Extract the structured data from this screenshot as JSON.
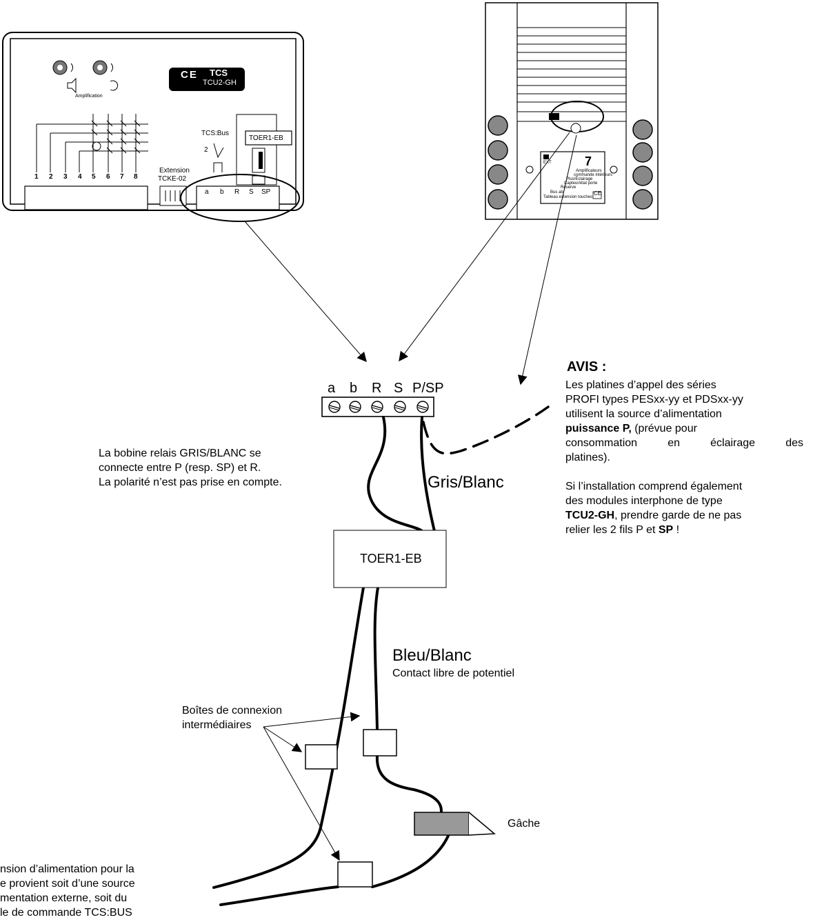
{
  "module_left": {
    "ce_badge": "CE",
    "brand": "TCS",
    "model": "TCU2-GH",
    "amplification": "Amplification",
    "bus_label": "TCS:Bus",
    "bus_num": "2",
    "relay_label": "TOER1-EB",
    "extension_line1": "Extension",
    "extension_line2": "TCKE-02",
    "key_numbers": [
      "1",
      "2",
      "3",
      "4",
      "5",
      "6",
      "7",
      "8"
    ],
    "bus_terminals": [
      "a",
      "b",
      "R",
      "S",
      "SP"
    ]
  },
  "module_right": {
    "ce_badge": "CE",
    "labels": [
      "Amplificateurs",
      "commande intérieurs",
      "Plus/Éclairage",
      "Capteur/état porte",
      "Réserve",
      "Bus ab",
      "Tableau extension touches"
    ],
    "ext_label": "EXT",
    "big_digit": "7"
  },
  "terminal_block": {
    "labels": [
      "a",
      "b",
      "R",
      "S",
      "P/SP"
    ]
  },
  "relay_box": "TOER1-EB",
  "wire_gris": "Gris/Blanc",
  "wire_bleu": "Bleu/Blanc",
  "wire_bleu_sub": "Contact libre de potentiel",
  "bobine_note": {
    "line1": "La bobine relais GRIS/BLANC se",
    "line2": "connecte entre P (resp. SP) et R.",
    "line3": "La polarité n’est pas prise en compte."
  },
  "avis": {
    "title": "AVIS :",
    "p1": [
      "Les platines d’appel des séries",
      "PROFI types PESxx-yy et PDSxx-yy",
      "utilisent la source d’alimentation"
    ],
    "p1_bold": "puissance P,",
    "p1_rest": " (prévue pour",
    "p1_more": [
      "consommation en éclairage des",
      "platines)."
    ],
    "p2": [
      "Si l’installation comprend également",
      "des modules interphone de type"
    ],
    "p2_bold1": "TCU2-GH",
    "p2_mid": ", prendre garde de ne pas",
    "p2_line4_pre": "relier les 2 fils P et ",
    "p2_bold2": "SP",
    "p2_line4_post": " !"
  },
  "boites_label": {
    "line1": "Boîtes de connexion",
    "line2": "intermédiaires"
  },
  "gache": "Gâche",
  "alim_note": {
    "line1": "nsion d’alimentation pour la",
    "line2": "e provient soit d’une source",
    "line3": "mentation externe, soit du",
    "line4": "le de commande TCS:BUS"
  }
}
